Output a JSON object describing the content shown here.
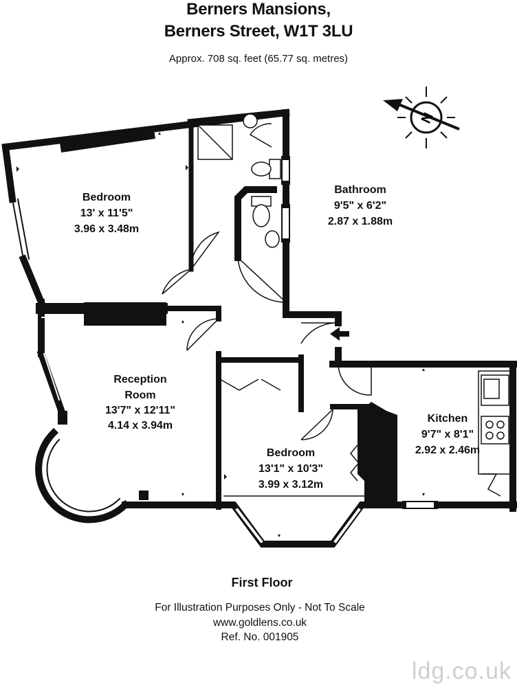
{
  "header": {
    "line1": "Berners Mansions,",
    "line2": "Berners Street, W1T 3LU",
    "area": "Approx. 708 sq. feet (65.77 sq. metres)"
  },
  "compass": {
    "letter": "N",
    "icon": "compass-icon"
  },
  "rooms": {
    "bedroom_1": {
      "name": "Bedroom",
      "imperial": "13' x 11'5\"",
      "metric": "3.96 x 3.48m"
    },
    "bathroom": {
      "name": "Bathroom",
      "imperial": "9'5\" x 6'2\"",
      "metric": "2.87 x 1.88m"
    },
    "reception": {
      "name1": "Reception",
      "name2": "Room",
      "imperial": "13'7\" x 12'11\"",
      "metric": "4.14 x 3.94m"
    },
    "kitchen": {
      "name": "Kitchen",
      "imperial": "9'7\" x 8'1\"",
      "metric": "2.92 x 2.46m"
    },
    "bedroom_2": {
      "name": "Bedroom",
      "imperial": "13'1\" x 10'3\"",
      "metric": "3.99 x 3.12m"
    }
  },
  "floor": "First Floor",
  "footer": {
    "line1": "For Illustration Purposes Only - Not To Scale",
    "line2": "www.goldlens.co.uk",
    "line3": "Ref. No. 001905"
  },
  "brand": "ldg.co.uk",
  "colors": {
    "wall": "#111111",
    "background": "#ffffff",
    "watermark": "#cfcfcf"
  }
}
